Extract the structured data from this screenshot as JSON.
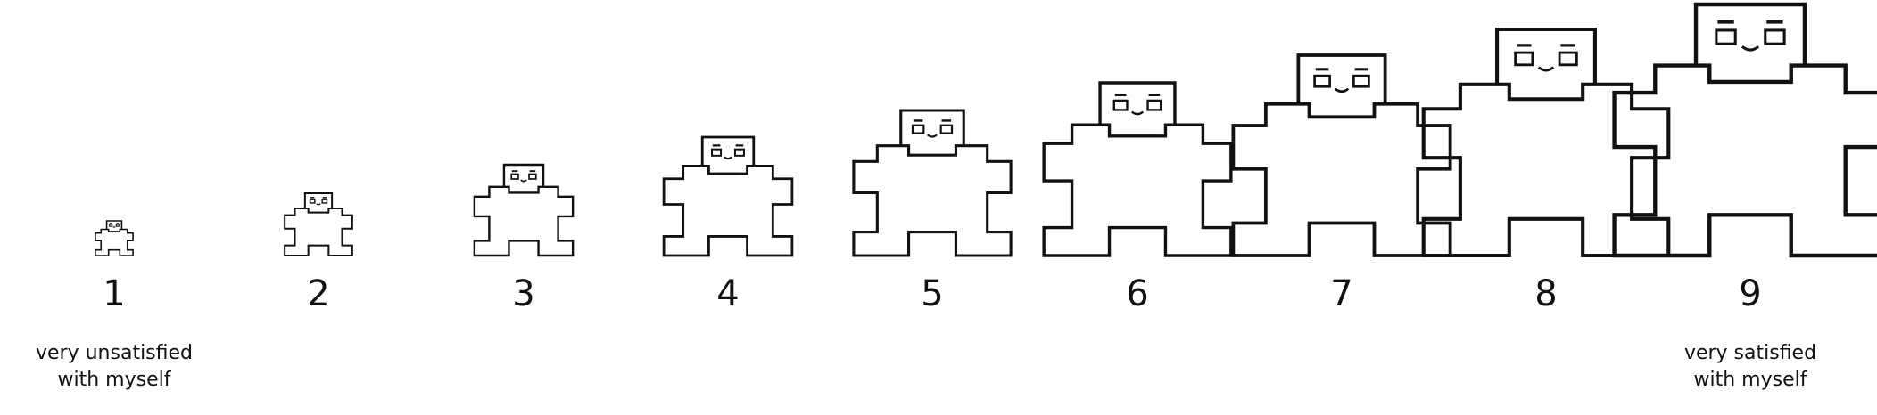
{
  "scale": {
    "points": [
      {
        "number": "1"
      },
      {
        "number": "2"
      },
      {
        "number": "3"
      },
      {
        "number": "4"
      },
      {
        "number": "5"
      },
      {
        "number": "6"
      },
      {
        "number": "7"
      },
      {
        "number": "8"
      },
      {
        "number": "9"
      }
    ],
    "left_anchor": {
      "line1": "very unsatisfied",
      "line2": "with myself"
    },
    "right_anchor": {
      "line1": "very satisfied",
      "line2": "with myself"
    }
  },
  "colors": {
    "stroke": "#111111",
    "background": "#ffffff"
  }
}
